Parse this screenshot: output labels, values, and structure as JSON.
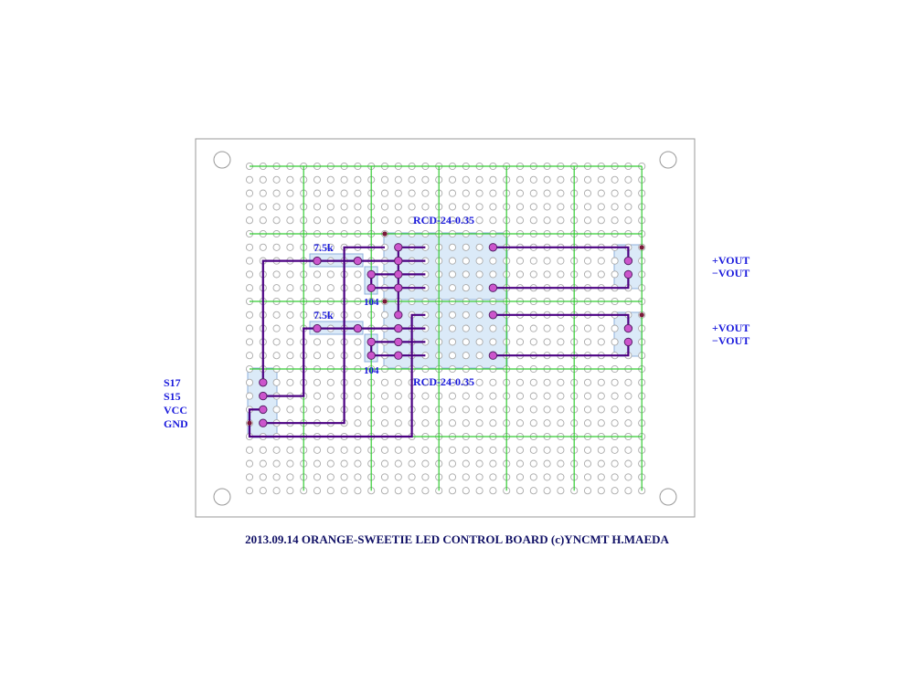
{
  "caption": "2013.09.14 ORANGE-SWEETIE LED CONTROL BOARD (c)YNCMT H.MAEDA",
  "components": {
    "regulator_top": "RCD-24-0.35",
    "regulator_bottom": "RCD-24-0.35",
    "resistor_top": "7.5k",
    "resistor_bottom": "7.5k",
    "capacitor_top": "104",
    "capacitor_bottom": "104"
  },
  "left_labels": [
    "S17",
    "S15",
    "VCC",
    "GND"
  ],
  "right_labels": {
    "top": [
      "+VOUT",
      "−VOUT"
    ],
    "bottom": [
      "+VOUT",
      "−VOUT"
    ]
  },
  "colors": {
    "board_border": "#999999",
    "hole": "#aaaaaa",
    "bus_line": "#33cc33",
    "wire": "#4b0082",
    "pad": "#cc55cc",
    "component_fill": "#cfe3f5",
    "label": "#1a1adc",
    "caption": "#111166"
  }
}
